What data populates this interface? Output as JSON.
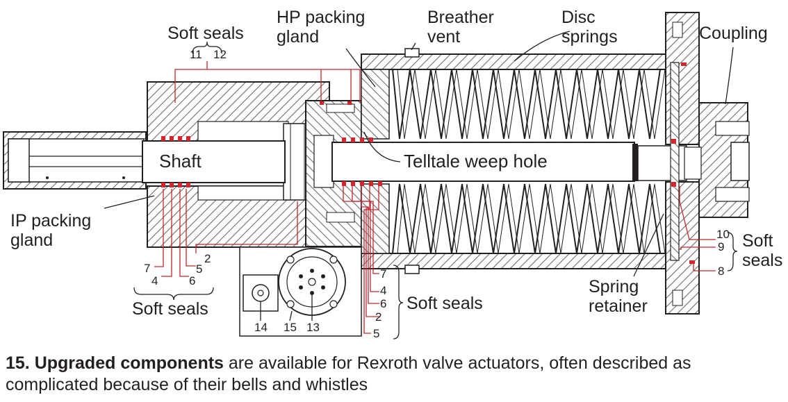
{
  "labels": {
    "soft_seals_top": "Soft seals",
    "hp_packing_gland": [
      "HP packing",
      "gland"
    ],
    "breather_vent": [
      "Breather",
      "vent"
    ],
    "disc_springs": [
      "Disc",
      "springs"
    ],
    "coupling": "Coupling",
    "shaft": "Shaft",
    "telltale_weep_hole": "Telltale weep hole",
    "ip_packing_gland": [
      "IP packing",
      "gland"
    ],
    "soft_seals_bottom_left": "Soft seals",
    "soft_seals_bottom_mid": "Soft seals",
    "soft_seals_right": [
      "Soft",
      "seals"
    ],
    "spring_retainer": [
      "Spring",
      "retainer"
    ]
  },
  "numbers": {
    "top": [
      "11",
      "12"
    ],
    "left_group": [
      "7",
      "4",
      "6",
      "5",
      "2"
    ],
    "mid_group": [
      "7",
      "4",
      "6",
      "2",
      "5"
    ],
    "bottom_parts": [
      "14",
      "15",
      "13"
    ],
    "right_group": [
      "10",
      "9",
      "8"
    ]
  },
  "caption": {
    "bold": "15. Upgraded components",
    "rest": " are available for Rexroth valve actuators, often described as complicated because of their bells and whistles"
  },
  "colors": {
    "line": "#231f20",
    "hatch": "#6d6e71",
    "leader_red": "#c1272d",
    "seal_red": "#d7262b"
  }
}
